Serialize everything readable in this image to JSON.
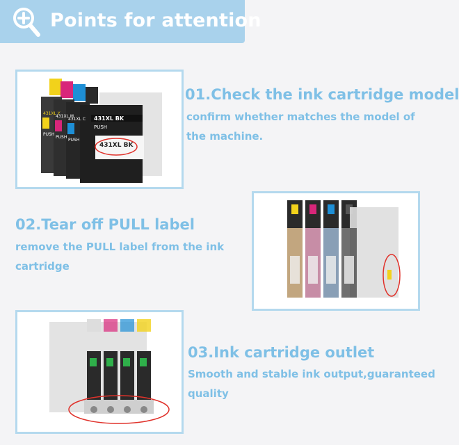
{
  "header": {
    "title": "Points for attention",
    "icon": "magnifier-plus-icon"
  },
  "steps": [
    {
      "title": "01.Check the ink cartridge model",
      "desc": "confirm whether matches the model of the machine."
    },
    {
      "title": "02.Tear off PULL label",
      "desc": "remove the PULL label from the ink cartridge"
    },
    {
      "title": "03.Ink cartridge outlet",
      "desc": "Smooth and stable ink output,guaranteed quality"
    }
  ],
  "photo1": {
    "labels": [
      "431XL Y",
      "431XL M",
      "431XL C",
      "431XL BK"
    ],
    "push": "PUSH",
    "model": "431XL BK"
  },
  "colors": {
    "accent_text": "#7fc0e6",
    "header_bg": "#a9d2ec",
    "frame_border": "#b4d9ee",
    "yellow": "#f2d21b",
    "magenta": "#d8267a",
    "cyan": "#1e8fd6",
    "black": "#222222",
    "highlight_circle": "#e0322b"
  }
}
